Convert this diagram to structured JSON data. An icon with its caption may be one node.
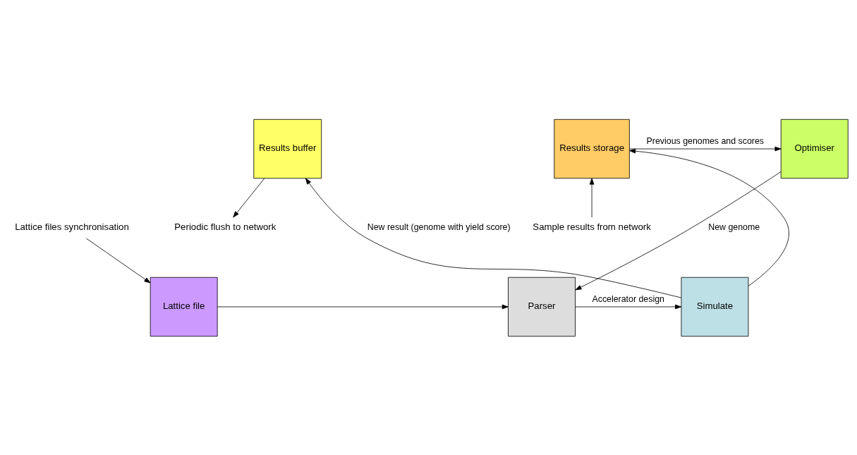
{
  "diagram": {
    "nodes": [
      {
        "text": [
          "Results buffer"
        ]
      },
      {
        "text": [
          "Results storage"
        ]
      },
      {
        "text": [
          "Optimiser"
        ]
      },
      {
        "text": [
          "Simulate"
        ]
      },
      {
        "text": [
          "Parser"
        ]
      },
      {
        "text": [
          "Lattice file"
        ]
      },
      {
        "text": [
          "Periodic flush to network"
        ]
      },
      {
        "text": [
          "Sample results from network"
        ]
      },
      {
        "text": [
          "Lattice files synchronisation"
        ]
      }
    ],
    "edges": [
      {
        "from": 0,
        "to": 6,
        "arrow": "to"
      },
      {
        "from": 7,
        "to": 1,
        "arrow": "to"
      },
      {
        "from": 1,
        "to": 2,
        "arrow": "to",
        "label": "Previous genomes and scores"
      },
      {
        "from": 2,
        "to": 4,
        "arrow": "to",
        "label": "New genome"
      },
      {
        "from": 8,
        "to": 5,
        "arrow": "to"
      },
      {
        "from": 5,
        "to": 4,
        "arrow": "to"
      },
      {
        "from": 4,
        "to": 3,
        "arrow": "to",
        "label": "Accelerator design"
      },
      {
        "from": 3,
        "to": 1,
        "arrow": "to"
      },
      {
        "from": 3,
        "to": 0,
        "arrow": "to",
        "label": "New result (genome with yield score)"
      }
    ]
  }
}
